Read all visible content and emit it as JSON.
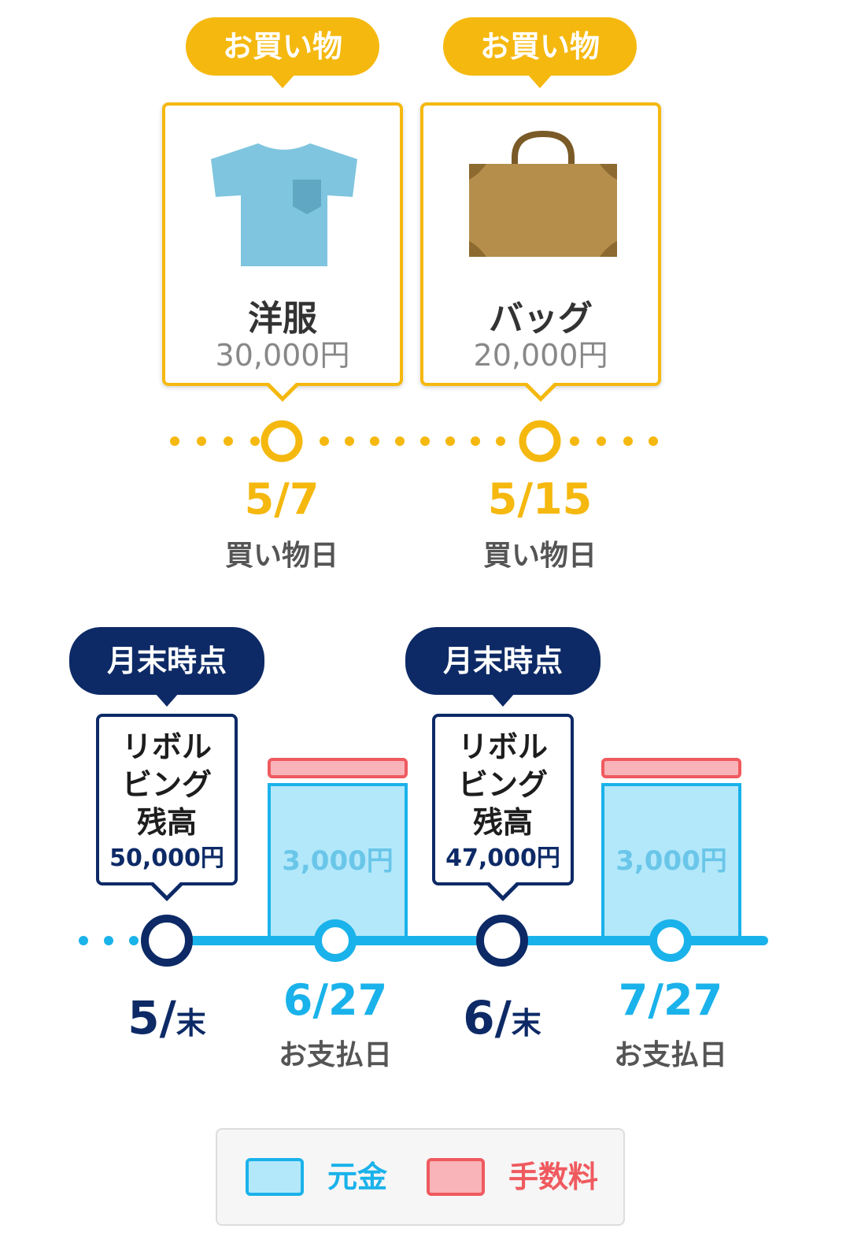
{
  "purchases": [
    {
      "tag": "お買い物",
      "name": "洋服",
      "price": "30,000円",
      "icon": "tshirt-icon",
      "date": "5/7",
      "date_label": "買い物日"
    },
    {
      "tag": "お買い物",
      "name": "バッグ",
      "price": "20,000円",
      "icon": "bag-icon",
      "date": "5/15",
      "date_label": "買い物日"
    }
  ],
  "month_ends": [
    {
      "tag": "月末時点",
      "balance_label_lines": [
        "リボル",
        "ビング",
        "残高"
      ],
      "balance_amount": "50,000円",
      "month": "5/",
      "suffix": "末"
    },
    {
      "tag": "月末時点",
      "balance_label_lines": [
        "リボル",
        "ビング",
        "残高"
      ],
      "balance_amount": "47,000円",
      "month": "6/",
      "suffix": "末"
    }
  ],
  "payments": [
    {
      "amount": "3,000円",
      "date": "6/27",
      "date_label": "お支払日"
    },
    {
      "amount": "3,000円",
      "date": "7/27",
      "date_label": "お支払日"
    }
  ],
  "legend": {
    "principal": "元金",
    "fee": "手数料"
  },
  "colors": {
    "shopping_yellow": "#f5b80f",
    "navy": "#0d2a66",
    "principal_blue": "#1ab2ea",
    "principal_fill": "#b3e8fa",
    "fee_red": "#ef5a5f",
    "fee_fill": "#f8b4b8"
  }
}
